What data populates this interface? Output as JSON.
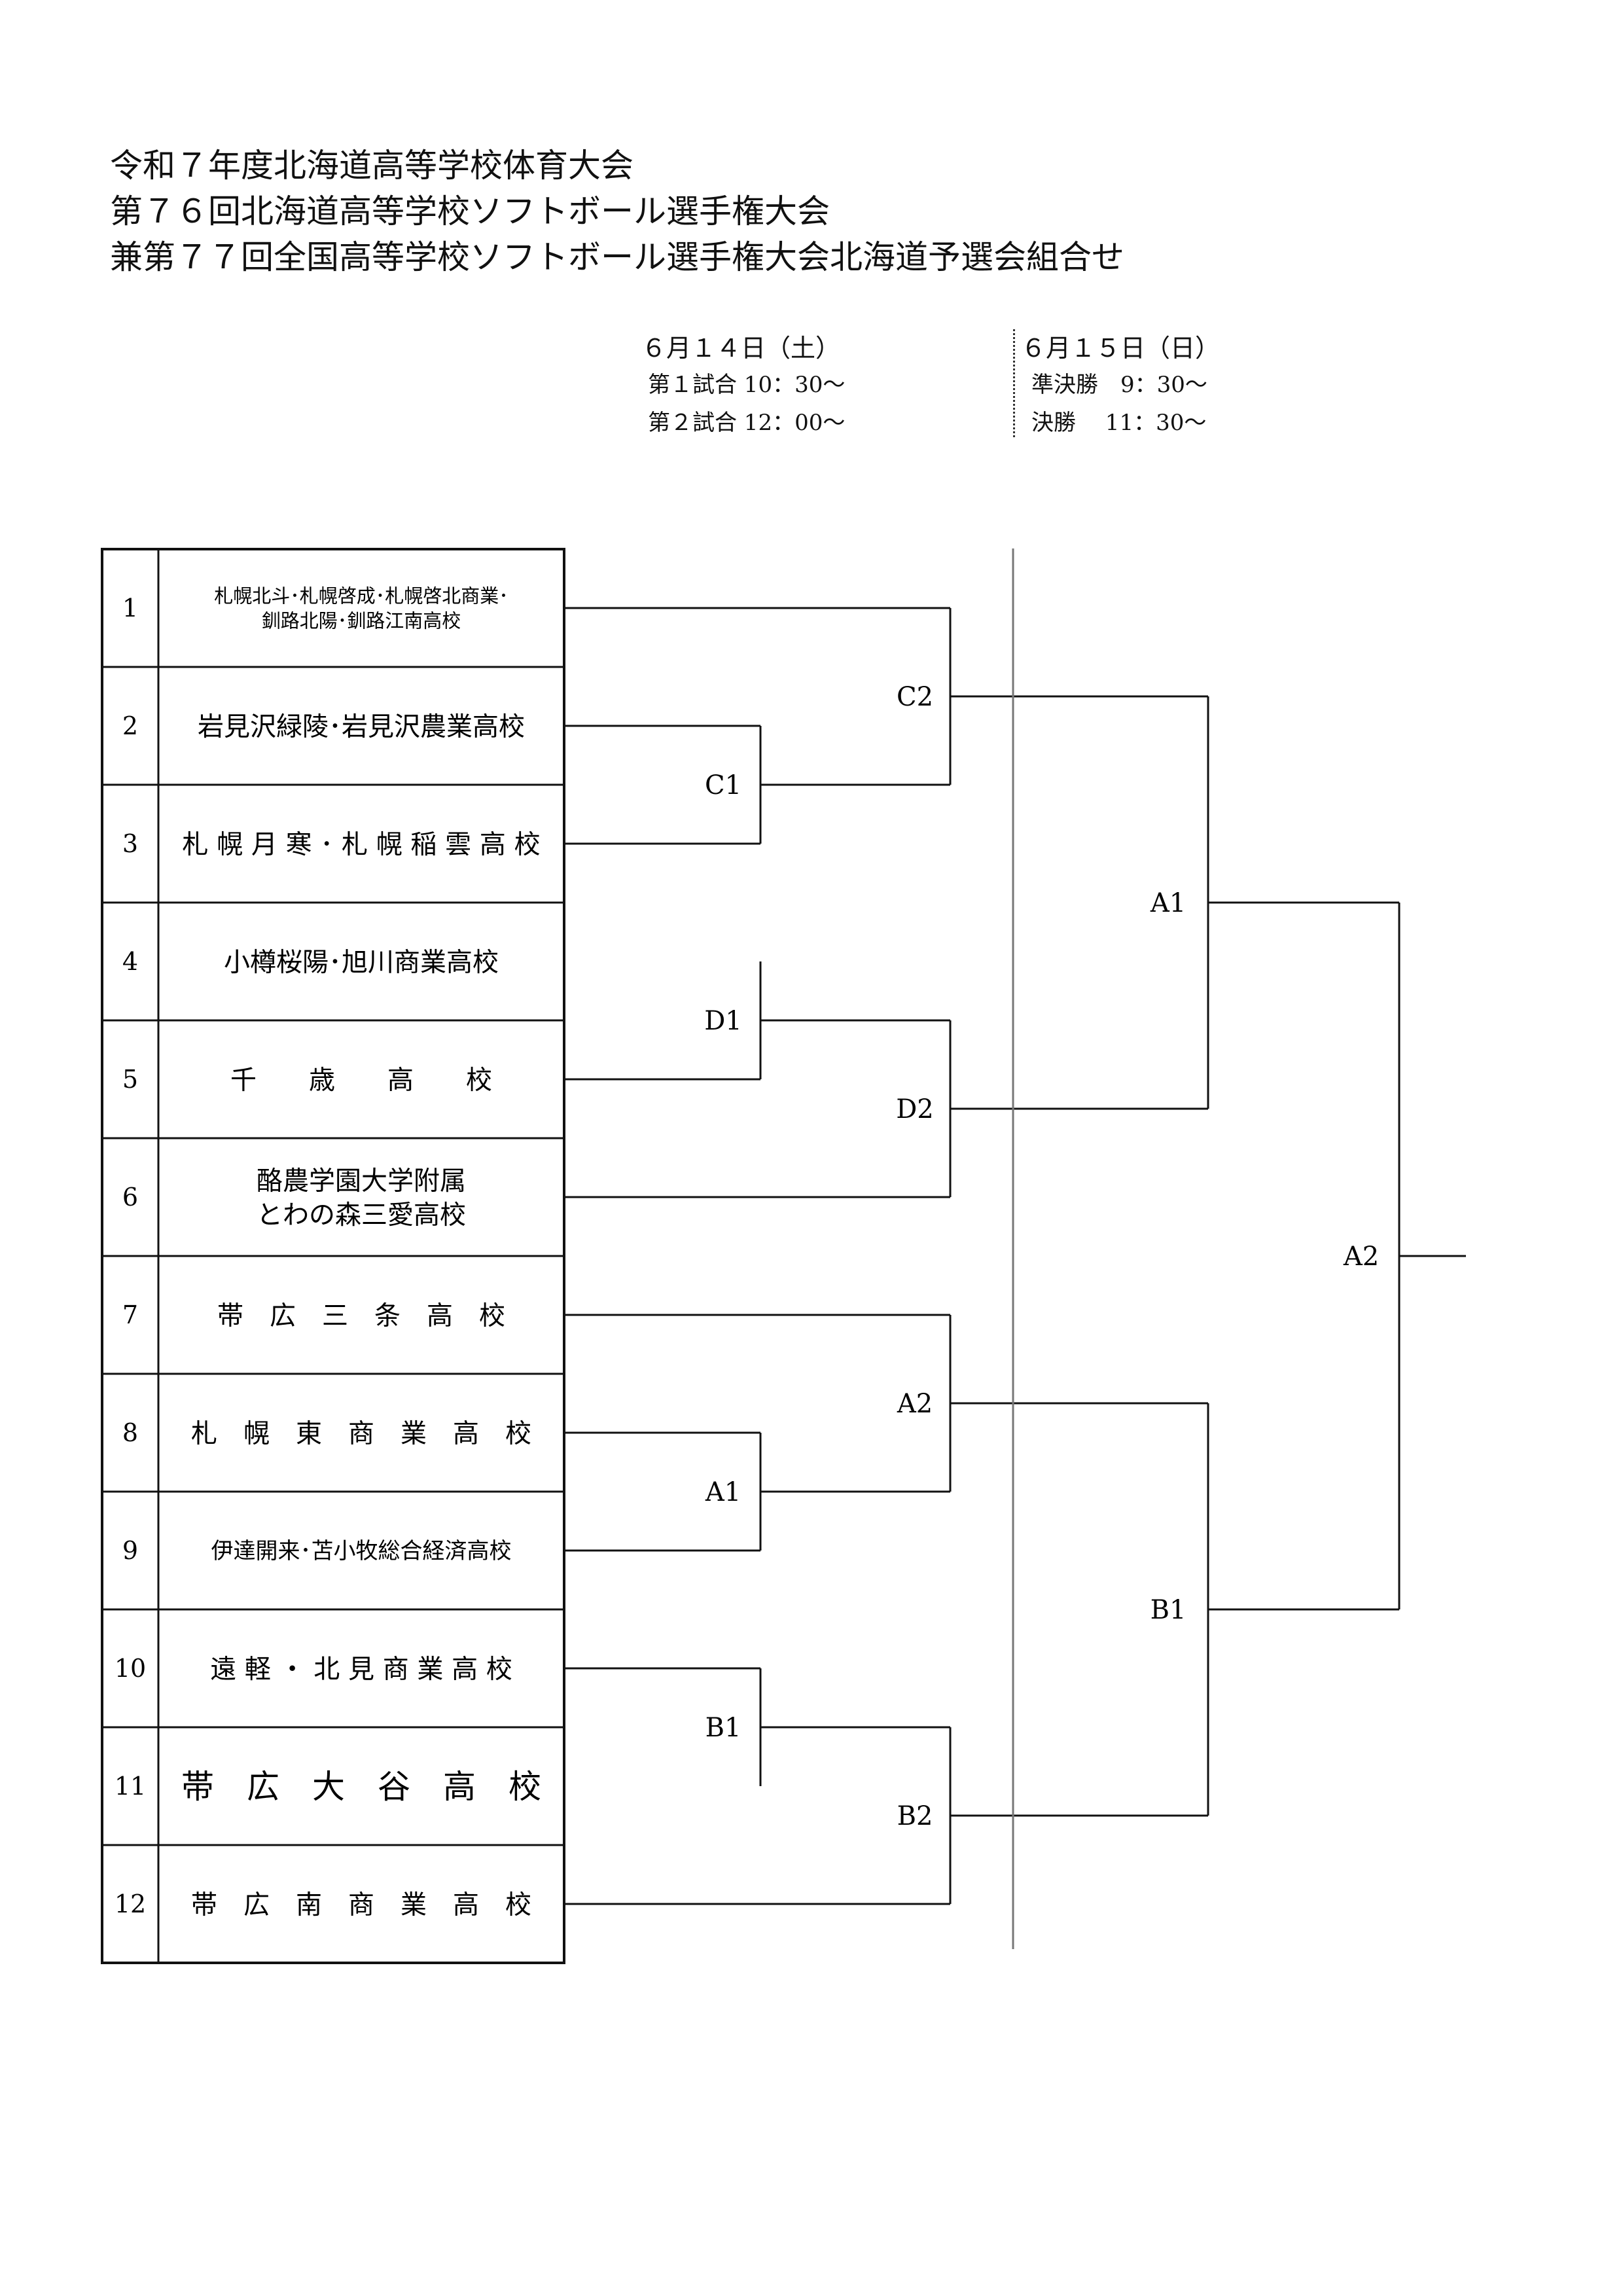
{
  "heading": {
    "lines": [
      "令和７年度北海道高等学校体育大会",
      "第７６回北海道高等学校ソフトボール選手権大会",
      "兼第７７回全国高等学校ソフトボール選手権大会北海道予選会組合せ"
    ]
  },
  "schedule": {
    "saturday": {
      "date": "６月１４日（土）",
      "games": [
        "第１試合 10：30～",
        "第２試合 12：00～"
      ]
    },
    "sunday": {
      "date": "６月１５日（日）",
      "games": [
        "準決勝　9：30～",
        "決勝　 11：30～"
      ]
    }
  },
  "teams": [
    {
      "no": "1",
      "lines": [
        "札幌北斗･札幌啓成･札幌啓北商業･",
        "釧路北陽･釧路江南高校"
      ],
      "size": "small"
    },
    {
      "no": "2",
      "lines": [
        "岩見沢緑陵･岩見沢農業高校"
      ],
      "size": "medium"
    },
    {
      "no": "3",
      "lines": [
        "札 幌 月 寒 ･ 札 幌 稲 雲 高 校"
      ],
      "size": "medium"
    },
    {
      "no": "4",
      "lines": [
        "小樽桜陽･旭川商業高校"
      ],
      "size": "medium"
    },
    {
      "no": "5",
      "lines": [
        "千　　歳　　高　　校"
      ],
      "size": "medium"
    },
    {
      "no": "6",
      "lines": [
        "酪農学園大学附属",
        "とわの森三愛高校"
      ],
      "size": "medium"
    },
    {
      "no": "7",
      "lines": [
        "帯　広　三　条　高　校"
      ],
      "size": "medium"
    },
    {
      "no": "8",
      "lines": [
        "札　幌　東　商　業　高　校"
      ],
      "size": "medium"
    },
    {
      "no": "9",
      "lines": [
        "伊達開来･苫小牧総合経済高校"
      ],
      "size": "smallish"
    },
    {
      "no": "10",
      "lines": [
        "遠 軽 ・ 北 見 商 業 高 校"
      ],
      "size": "medium"
    },
    {
      "no": "11",
      "lines": [
        "帯　広　大　谷　高　校"
      ],
      "size": "large"
    },
    {
      "no": "12",
      "lines": [
        "帯　広　南　商　業　高　校"
      ],
      "size": "medium"
    }
  ],
  "matches": {
    "C1": "C1",
    "C2": "C2",
    "D1": "D1",
    "D2": "D2",
    "A1_r1": "A1",
    "A2_r2": "A2",
    "B1_r1": "B1",
    "B2_r2": "B2",
    "A1_semi": "A1",
    "B1_semi": "B1",
    "A2_final": "A2"
  }
}
